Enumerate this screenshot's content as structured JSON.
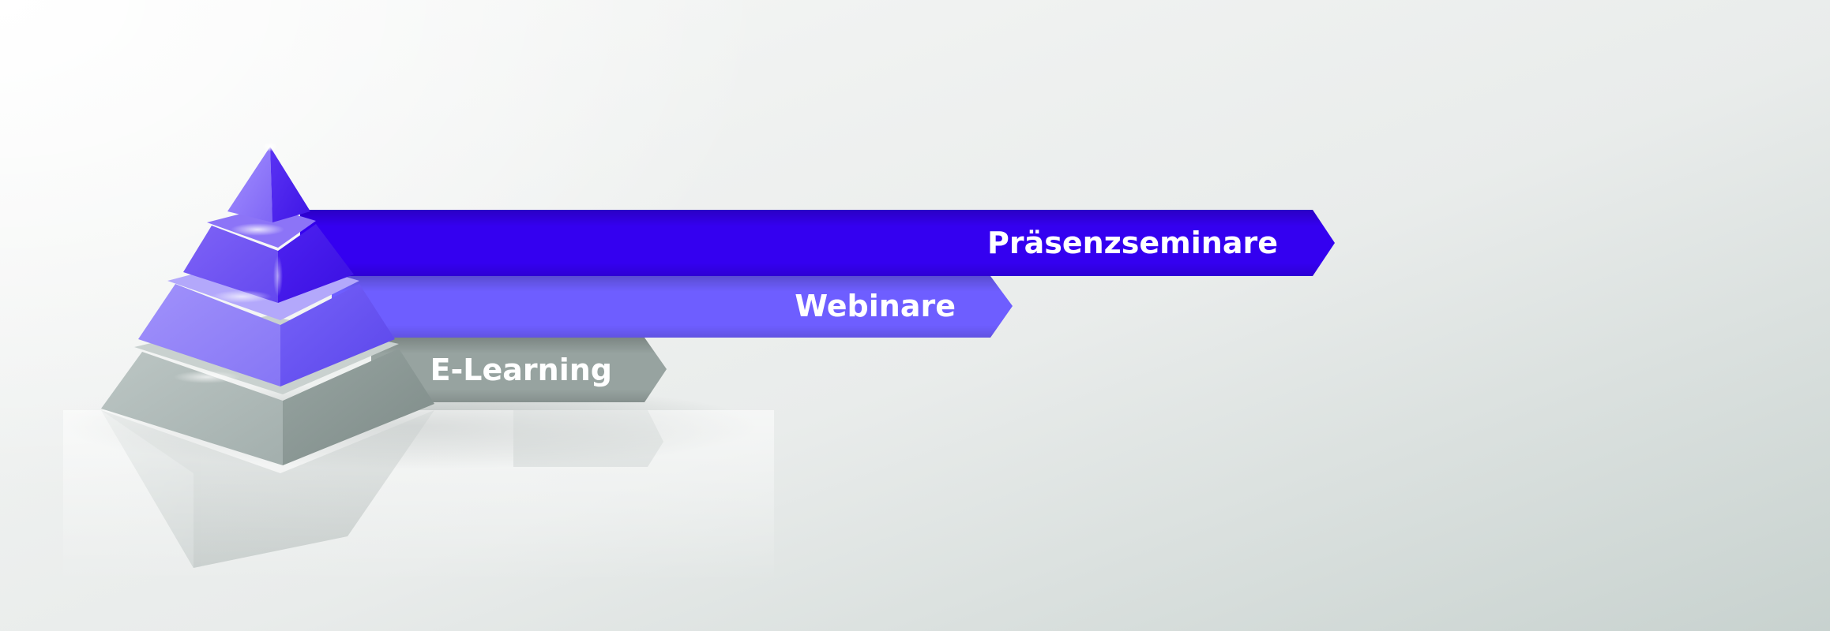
{
  "levels": [
    {
      "label": "Präsenzseminare",
      "color": "#3400f0"
    },
    {
      "label": "Webinare",
      "color": "#6e5eff"
    },
    {
      "label": "E-Learning",
      "color": "#97a3a0"
    }
  ],
  "pyramid_colors": {
    "top": "#6a4cf0",
    "upper": "#6b52ee",
    "middle": "#8c7cf7",
    "base": "#a7b3b1"
  }
}
